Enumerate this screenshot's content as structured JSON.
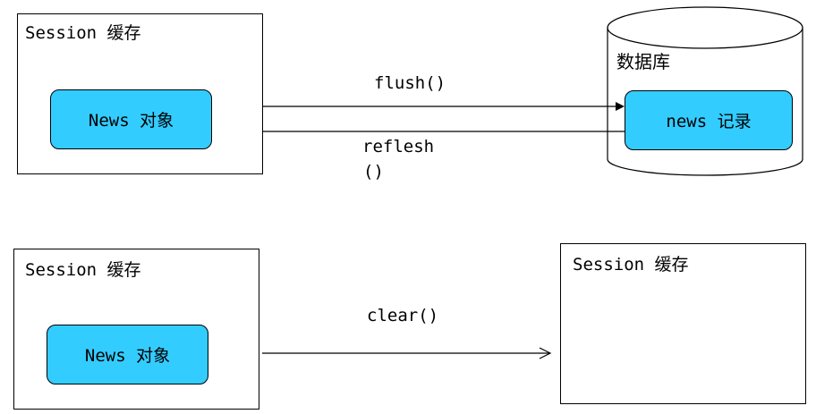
{
  "top": {
    "session_title": "Session 缓存",
    "object_label": "News 对象",
    "database_title": "数据库",
    "record_label": "news 记录",
    "flush_label": "flush()",
    "reflesh_label_line1": "reflesh",
    "reflesh_label_line2": "()"
  },
  "bottom": {
    "left_session_title": "Session 缓存",
    "object_label": "News 对象",
    "clear_label": "clear()",
    "right_session_title": "Session 缓存"
  },
  "colors": {
    "object_fill": "#33ccff",
    "line": "#000000"
  }
}
